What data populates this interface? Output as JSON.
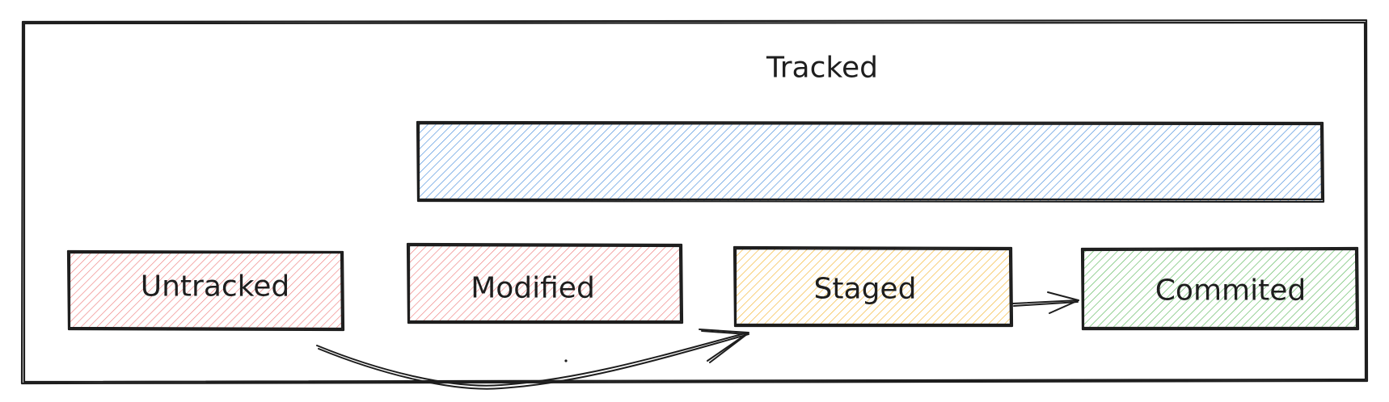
{
  "diagram": {
    "container_label": "Tracked",
    "states": {
      "untracked": {
        "label": "Untracked",
        "color": "#e03131"
      },
      "modified": {
        "label": "Modified",
        "color": "#e03131"
      },
      "staged": {
        "label": "Staged",
        "color": "#f08c00"
      },
      "commited": {
        "label": "Commited",
        "color": "#2f9e44"
      }
    },
    "tracked_bar_color": "#1971c2",
    "edges": [
      {
        "from": "untracked",
        "to": "staged"
      },
      {
        "from": "staged",
        "to": "commited"
      }
    ]
  }
}
